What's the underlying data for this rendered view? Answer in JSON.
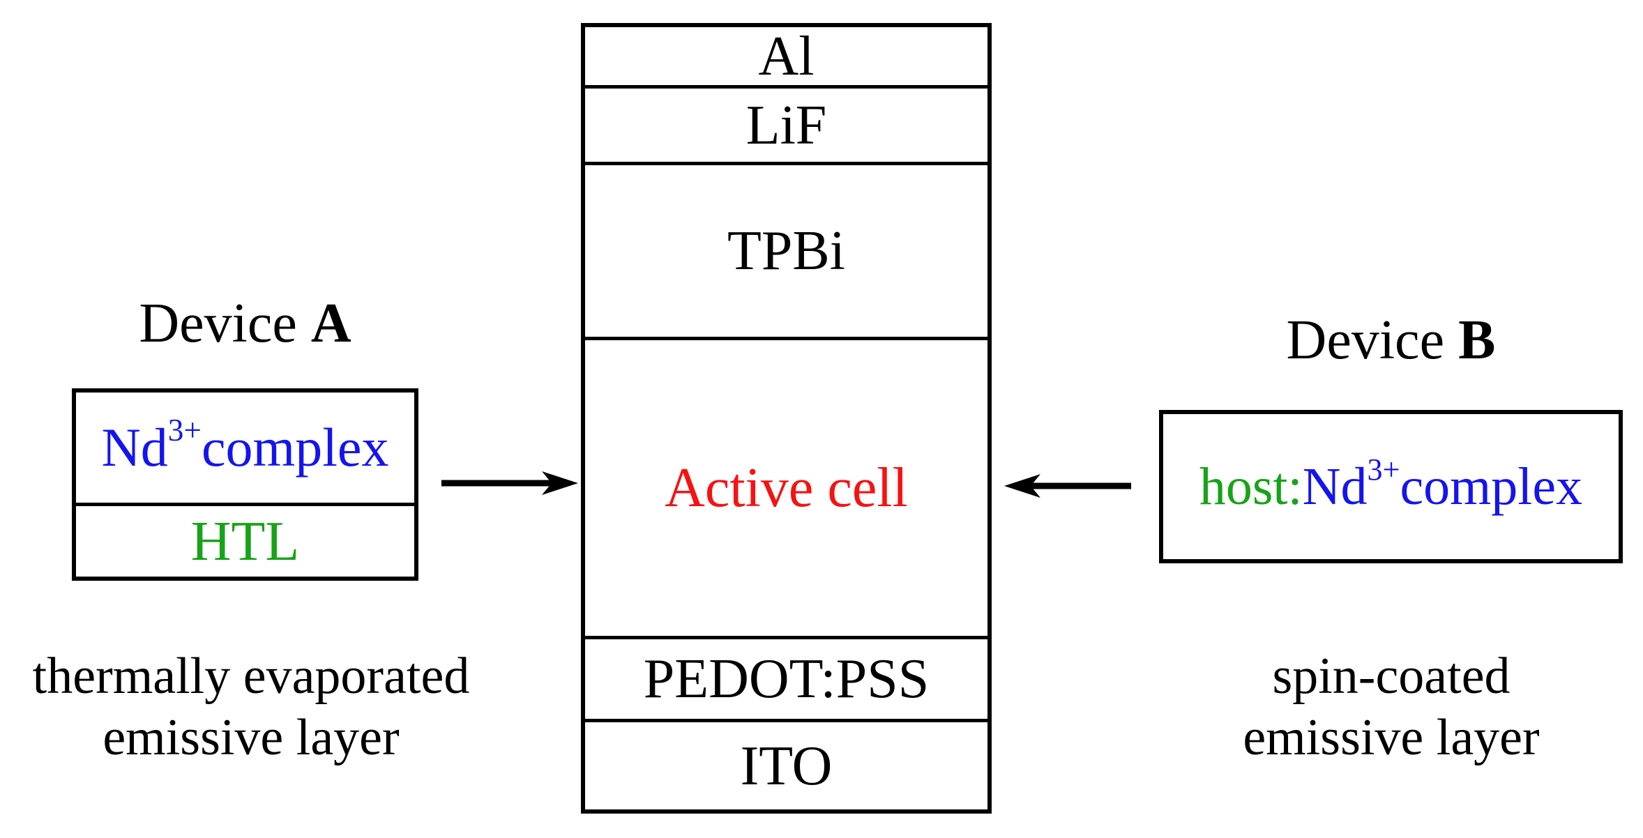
{
  "stack": {
    "layers": [
      {
        "label": "Al"
      },
      {
        "label": "LiF"
      },
      {
        "label": "TPBi"
      },
      {
        "label": "Active cell"
      },
      {
        "label": "PEDOT:PSS"
      },
      {
        "label": "ITO"
      }
    ]
  },
  "device_a": {
    "title_prefix": "Device ",
    "title_letter": "A",
    "emissive_prefix": "Nd",
    "emissive_sup": "3+",
    "emissive_suffix": " complex",
    "htl_label": "HTL",
    "caption_line1": "thermally evaporated",
    "caption_line2": "emissive layer"
  },
  "device_b": {
    "title_prefix": "Device ",
    "title_letter": "B",
    "host_label": "host:",
    "emissive_prefix": "Nd",
    "emissive_sup": "3+",
    "emissive_suffix": " complex",
    "caption_line1": "spin-coated",
    "caption_line2": "emissive layer"
  },
  "colors": {
    "blue": "#1414f0",
    "green": "#17a317",
    "red": "#f81111",
    "black": "#000000"
  }
}
